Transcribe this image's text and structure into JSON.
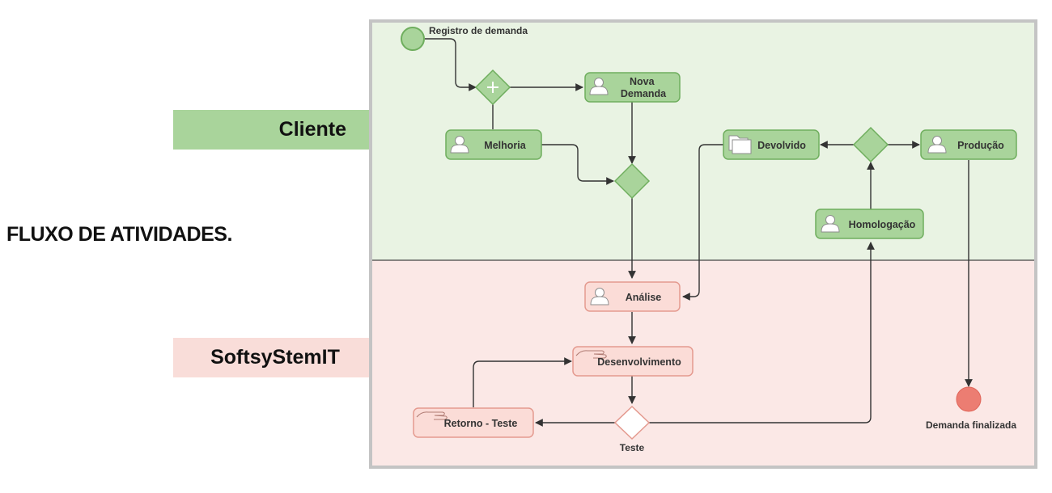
{
  "heading": "FLUXO DE ATIVIDADES.",
  "lanes": {
    "cliente": "Cliente",
    "softsystem": "SoftsyStemIT"
  },
  "events": {
    "start": "Registro de demanda",
    "end": "Demanda finalizada"
  },
  "tasks": {
    "nova_demanda_line1": "Nova",
    "nova_demanda_line2": "Demanda",
    "melhoria": "Melhoria",
    "devolvido": "Devolvido",
    "producao": "Produção",
    "homologacao": "Homologação",
    "analise": "Análise",
    "desenvolvimento": "Desenvolvimento",
    "retorno_teste": "Retorno - Teste"
  },
  "gateways": {
    "teste": "Teste"
  },
  "icons": {
    "user": "user-icon",
    "manual": "hand-icon",
    "subprocess": "folder-icon",
    "parallel": "plus-icon"
  },
  "colors": {
    "client_lane_bg": "#e9f3e3",
    "client_node_fill": "#a9d49b",
    "client_node_stroke": "#6fae5e",
    "soft_lane_bg": "#fbe8e6",
    "soft_node_fill": "#fbdcd7",
    "soft_node_stroke": "#e49a8f",
    "end_event": "#ec7d72",
    "border": "#c4c4c4"
  }
}
